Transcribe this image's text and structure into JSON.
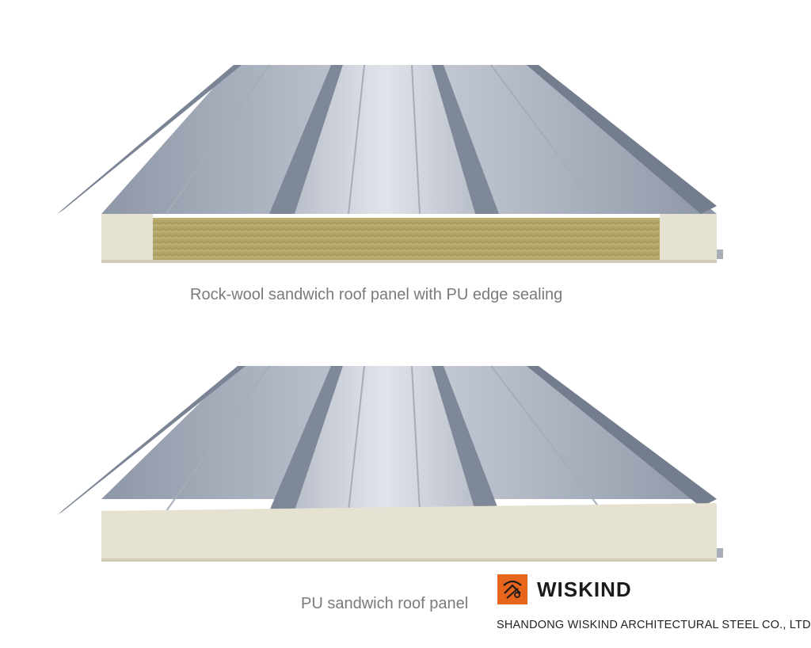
{
  "captions": {
    "rockwool": "Rock-wool sandwich roof panel with PU edge sealing",
    "pu": "PU sandwich roof panel"
  },
  "brand": {
    "name": "WISKIND",
    "company": "SHANDONG WISKIND ARCHITECTURAL STEEL CO., LTD.",
    "logo_icon": "wiskind-logo-icon",
    "logo_color": "#e8651c"
  },
  "colors": {
    "steel_light": "#c9ced8",
    "steel_mid": "#9aa3b2",
    "steel_dark": "#6c7585",
    "pu_foam": "#e6e2d2",
    "rock_wool": "#b7a96a"
  }
}
